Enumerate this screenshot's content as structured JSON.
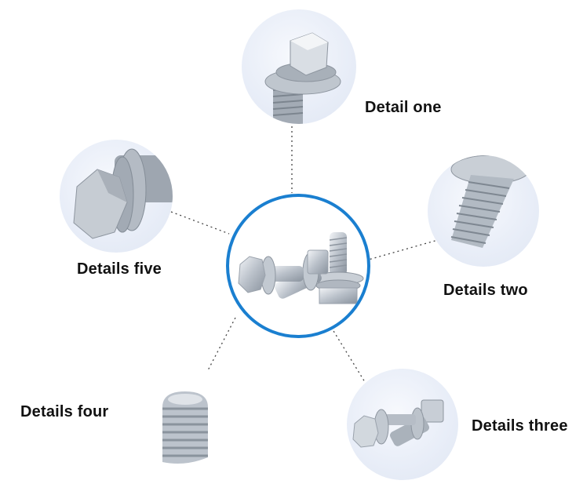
{
  "center": {
    "image": "screws-with-washers-assembly-icon",
    "ring_color": "#1a7fd0"
  },
  "details": [
    {
      "id": "one",
      "label": "Detail one",
      "image": "hex-bolt-with-washers-closeup"
    },
    {
      "id": "two",
      "label": "Details two",
      "image": "flange-screw-thread-closeup"
    },
    {
      "id": "three",
      "label": "Details three",
      "image": "two-hex-bolts-with-washers"
    },
    {
      "id": "four",
      "label": "Details four",
      "image": "set-screw-grub-screw"
    },
    {
      "id": "five",
      "label": "Details five",
      "image": "hex-head-marking-closeup"
    }
  ],
  "colors": {
    "connector_line": "#444444",
    "label_text": "#111111",
    "detail_bg": "#e6ecf6"
  }
}
